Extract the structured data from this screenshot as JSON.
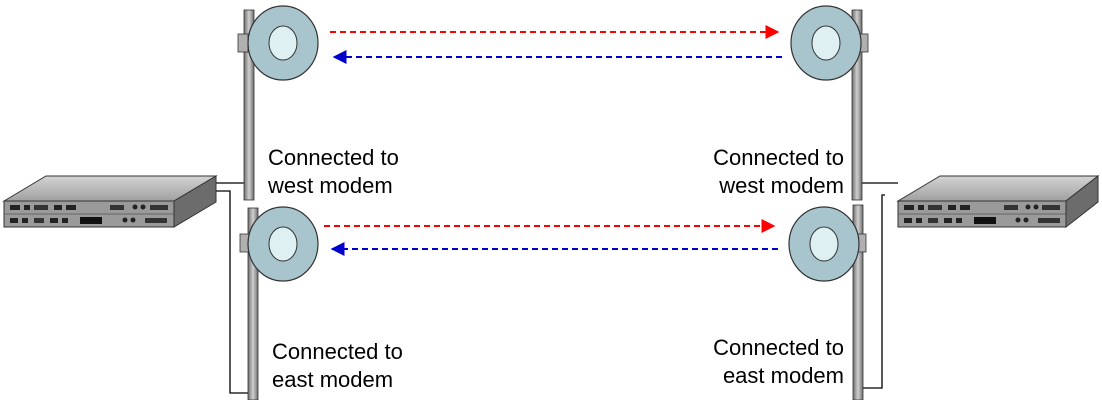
{
  "labels": {
    "left_west": {
      "line1": "Connected to",
      "line2": "west modem"
    },
    "right_west": {
      "line1": "Connected to",
      "line2": "west modem"
    },
    "left_east": {
      "line1": "Connected to",
      "line2": "east modem"
    },
    "right_east": {
      "line1": "Connected to",
      "line2": "east modem"
    }
  },
  "links": {
    "west": {
      "forward_color": "#ff0000",
      "return_color": "#0000cc"
    },
    "east": {
      "forward_color": "#ff0000",
      "return_color": "#0000cc"
    }
  },
  "colors": {
    "dish_fill": "#a8c4cc",
    "dish_inner": "#dff0f2",
    "pole": "#8c8c8c",
    "modem_body": "#8a8a8a",
    "cable": "#000000"
  },
  "icons": {
    "dish": "antenna-dish-icon",
    "modem": "rack-modem-icon"
  }
}
